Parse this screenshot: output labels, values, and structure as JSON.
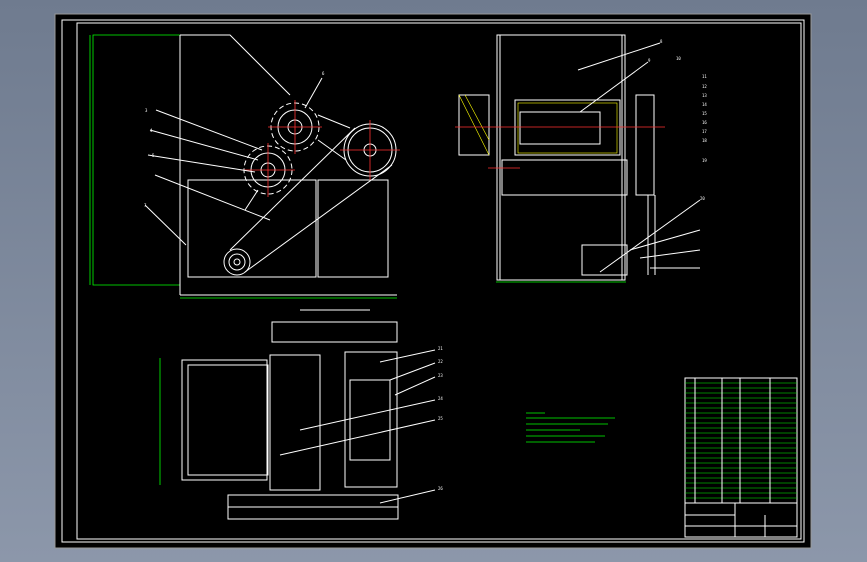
{
  "drawing": {
    "background": "#000000",
    "line_color": "#ffffff",
    "dim_color": "#00ff00",
    "center_color": "#ff3030",
    "hatch_color": "#ffff00"
  },
  "front_view": {
    "callouts": [
      "3",
      "4",
      "5",
      "6",
      "7"
    ]
  },
  "section_view": {
    "callouts": [
      "8",
      "9",
      "10",
      "11",
      "12",
      "13",
      "14",
      "15",
      "16",
      "17",
      "18",
      "19",
      "20"
    ]
  },
  "top_view": {
    "callouts": [
      "21",
      "22",
      "23",
      "24",
      "25",
      "26"
    ]
  }
}
